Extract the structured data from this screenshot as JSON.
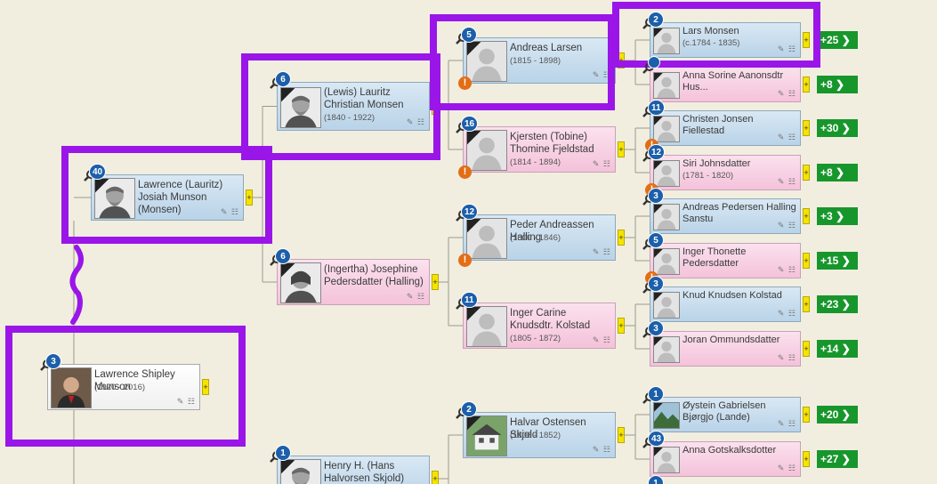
{
  "persons": [
    {
      "name": "Lars Monsen",
      "dates": "(c.1784 - 1835)",
      "badge": "2",
      "more": "+25",
      "sex": "m"
    },
    {
      "name": "Anna Sorine Aanonsdtr Hus...",
      "dates": "",
      "badge": "",
      "more": "+8",
      "sex": "f"
    },
    {
      "name": "Christen Jonsen Fiellestad",
      "dates": "",
      "badge": "11",
      "more": "+30",
      "sex": "m"
    },
    {
      "name": "Siri Johnsdatter",
      "dates": "(1781 - 1820)",
      "badge": "12",
      "more": "+8",
      "sex": "f"
    },
    {
      "name": "Andreas Pedersen Halling Sanstu",
      "dates": "",
      "badge": "3",
      "more": "+3",
      "sex": "m"
    },
    {
      "name": "Inger Thonette Pedersdatter",
      "dates": "",
      "badge": "5",
      "more": "+15",
      "sex": "f"
    },
    {
      "name": "Knud Knudsen Kolstad",
      "dates": "",
      "badge": "3",
      "more": "+23",
      "sex": "m"
    },
    {
      "name": "Joran Ommundsdatter",
      "dates": "",
      "badge": "3",
      "more": "+14",
      "sex": "f"
    },
    {
      "name": "Øystein Gabrielsen Bjørgjo (Lande)",
      "dates": "",
      "badge": "1",
      "more": "+20",
      "sex": "m"
    },
    {
      "name": "Anna Gotskalksdotter",
      "dates": "",
      "badge": "43",
      "more": "+27",
      "sex": "f"
    },
    {
      "name": "Andreas Larsen",
      "dates": "(1815 - 1898)",
      "badge": "5",
      "sex": "m"
    },
    {
      "name": "Kjersten (Tobine) Thomine Fjeldstad",
      "dates": "(1814 - 1894)",
      "badge": "16",
      "sex": "f"
    },
    {
      "name": "Peder Andreassen Halling",
      "dates": "(1800 - 1846)",
      "badge": "12",
      "sex": "m"
    },
    {
      "name": "Inger Carine Knudsdtr. Kolstad",
      "dates": "(1805 - 1872)",
      "badge": "11",
      "sex": "f"
    },
    {
      "name": "Halvar Ostensen Skjold",
      "dates": "(1806 - 1852)",
      "badge": "2",
      "sex": "m"
    },
    {
      "name": "(Lewis) Lauritz Christian Monsen",
      "dates": "(1840 - 1922)",
      "badge": "6",
      "sex": "m"
    },
    {
      "name": "(Ingertha) Josephine Pedersdatter (Halling)",
      "dates": "",
      "badge": "6",
      "sex": "f"
    },
    {
      "name": "Henry H. (Hans Halvorsen Skjold)",
      "dates": "",
      "badge": "1",
      "sex": "m"
    },
    {
      "name": "Lawrence (Lauritz) Josiah Munson (Monsen)",
      "dates": "",
      "badge": "40",
      "sex": "m"
    },
    {
      "name": "Lawrence Shipley Munson",
      "dates": "(1920 - 2016)",
      "badge": "3",
      "sex": "w"
    }
  ],
  "extra_badges": [
    "1"
  ],
  "icons": {
    "more_arrow": "chevron-right",
    "expand": "+",
    "edit": "pencil",
    "tree": "tree-icon",
    "warning": "!"
  },
  "colors": {
    "male": "#c6dcee",
    "female": "#f8cfe3",
    "more": "#17962c",
    "badge": "#1c5faa",
    "warning": "#e36e16",
    "highlight": "#9a16e8",
    "background": "#f1eee0"
  }
}
